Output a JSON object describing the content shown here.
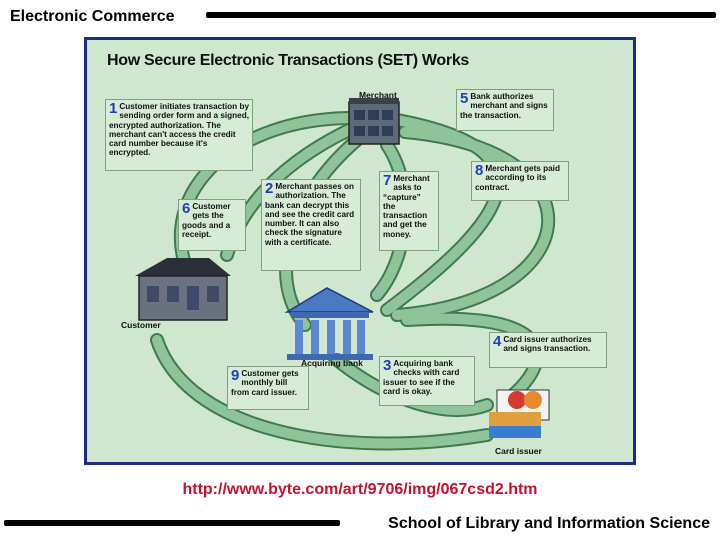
{
  "slide": {
    "title": "Electronic Commerce",
    "source_url": "http://www.byte.com/art/9706/img/067csd2.htm",
    "footer": "School of Library and Information Science"
  },
  "diagram": {
    "title": "How Secure Electronic Transactions (SET) Works",
    "nodes": {
      "merchant": "Merchant",
      "customer": "Customer",
      "acquiring_bank": "Acquiring bank",
      "card_issuer": "Card issuer"
    },
    "steps": [
      {
        "num": "1",
        "text": "Customer initiates transaction by sending order form and a signed, encrypted authorization. The merchant can't access the credit card number because it's encrypted."
      },
      {
        "num": "2",
        "text": "Merchant passes on authorization. The bank can decrypt this and see the credit card number. It can also check the signature with a certificate."
      },
      {
        "num": "3",
        "text": "Acquiring bank checks with card issuer to see if the card is okay."
      },
      {
        "num": "4",
        "text": "Card issuer authorizes and signs transaction."
      },
      {
        "num": "5",
        "text": "Bank authorizes merchant and signs the transaction."
      },
      {
        "num": "6",
        "text": "Customer gets the goods and a receipt."
      },
      {
        "num": "7",
        "text": "Merchant asks to “capture” the transaction and get the money."
      },
      {
        "num": "8",
        "text": "Merchant gets paid according to its contract."
      },
      {
        "num": "9",
        "text": "Customer gets monthly bill from card issuer."
      }
    ],
    "colors": {
      "background": "#cfe6cf",
      "arrow": "#8fc49b",
      "arrow_outline": "#3f7a52",
      "step_number": "#1d3fc4",
      "frame": "#1c2a8a"
    }
  }
}
